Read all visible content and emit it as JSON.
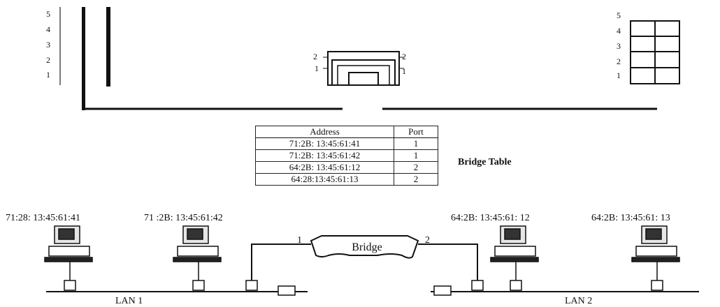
{
  "left_scale": [
    "5",
    "4",
    "3",
    "2",
    "1"
  ],
  "right_scale": [
    "5",
    "4",
    "3",
    "2",
    "1"
  ],
  "switch_ports_left": [
    "2",
    "1"
  ],
  "switch_ports_right": [
    "2",
    "1"
  ],
  "bridge_table": {
    "title": "Bridge Table",
    "headers": [
      "Address",
      "Port"
    ],
    "rows": [
      {
        "address": "71:2B: 13:45:61:41",
        "port": "1"
      },
      {
        "address": "71:2B: 13:45:61:42",
        "port": "1"
      },
      {
        "address": "64:2B: 13:45:61:12",
        "port": "2"
      },
      {
        "address": "64:28:13:45:61:13",
        "port": "2"
      }
    ]
  },
  "hosts": [
    {
      "address": "71:28: 13:45:61:41"
    },
    {
      "address": "71 :2B: 13:45:61:42"
    },
    {
      "address": "64:2B: 13:45:61: 12"
    },
    {
      "address": "64:2B: 13:45:61: 13"
    }
  ],
  "bridge": {
    "label": "Bridge",
    "port_left": "1",
    "port_right": "2"
  },
  "lans": [
    "LAN 1",
    "LAN 2"
  ]
}
